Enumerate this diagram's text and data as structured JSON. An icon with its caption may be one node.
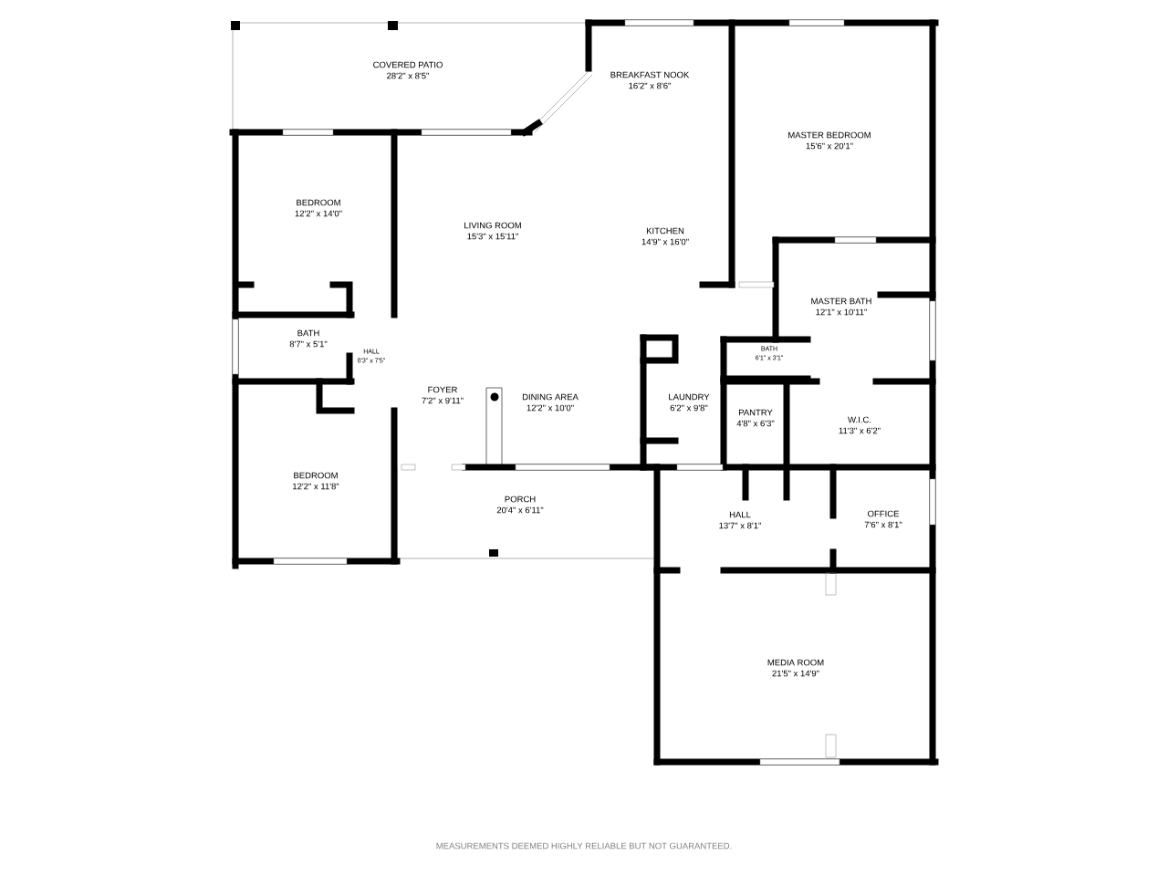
{
  "diagram": {
    "caption": "MEASUREMENTS DEEMED HIGHLY RELIABLE BUT NOT GUARANTEED.",
    "labels": [
      "COVERED PATIO",
      "28'2\" x 8'5\"",
      "BREAKFAST NOOK",
      "16'2\" x 8'6\"",
      "MASTER BEDROOM",
      "15'6\" x 20'1\"",
      "BEDROOM",
      "12'2\" x 14'0\"",
      "LIVING ROOM",
      "15'3\" x 15'11\"",
      "KITCHEN",
      "14'9\" x 16'0\"",
      "MASTER BATH",
      "12'1\" x 10'11\"",
      "BATH",
      "8'7\" x 5'1\"",
      "HALL",
      "8'3\" x 7'5\"",
      "BATH",
      "6'1\" x 3'1\"",
      "FOYER",
      "7'2\" x 9'11\"",
      "DINING AREA",
      "12'2\" x 10'0\"",
      "LAUNDRY",
      "6'2\" x 9'8\"",
      "PANTRY",
      "4'8\" x 6'3\"",
      "W.I.C.",
      "11'3\" x 6'2\"",
      "BEDROOM",
      "12'2\" x 11'8\"",
      "PORCH",
      "20'4\" x 6'11\"",
      "HALL",
      "13'7\" x 8'1\"",
      "OFFICE",
      "7'6\" x 8'1\"",
      "MEDIA ROOM",
      "21'5\" x 14'9\""
    ]
  }
}
